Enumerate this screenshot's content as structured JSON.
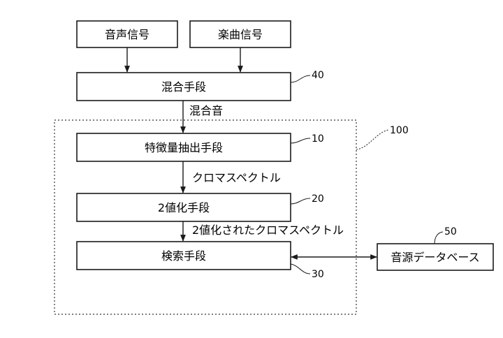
{
  "boxes": {
    "voice_signal": "音声信号",
    "music_signal": "楽曲信号",
    "mixing": "混合手段",
    "feature_extraction": "特徴量抽出手段",
    "binarization": "2値化手段",
    "search": "検索手段",
    "sound_database": "音源データベース"
  },
  "flow_labels": {
    "mixed_sound": "混合音",
    "chroma_spectrum": "クロマスペクトル",
    "binarized_chroma_spectrum": "2値化されたクロマスペクトル"
  },
  "reference_numbers": {
    "mixing": "40",
    "feature_extraction": "10",
    "binarization": "20",
    "search": "30",
    "system": "100",
    "sound_database": "50"
  }
}
